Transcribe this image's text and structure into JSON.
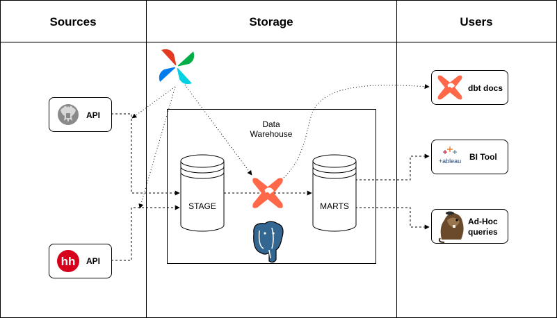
{
  "headers": {
    "sources": "Sources",
    "storage": "Storage",
    "users": "Users"
  },
  "sources": [
    {
      "label": "API",
      "icon": "russian-coat-of-arms-icon"
    },
    {
      "label": "API",
      "icon": "hh-logo-icon",
      "logo_text": "hh",
      "color": "#d6001c"
    }
  ],
  "warehouse": {
    "title_line1": "Data",
    "title_line2": "Warehouse",
    "stage_label": "STAGE",
    "marts_label": "MARTS"
  },
  "users": [
    {
      "label": "dbt docs",
      "icon": "dbt-icon"
    },
    {
      "label": "BI Tool",
      "icon": "tableau-icon",
      "logo_text": "+ableau"
    },
    {
      "label_line1": "Ad-Hoc",
      "label_line2": "queries",
      "icon": "dbeaver-icon"
    }
  ],
  "tools": {
    "orchestrator_icon": "airflow-icon",
    "transform_icon": "dbt-icon",
    "database_icon": "postgresql-icon"
  },
  "colors": {
    "dbt": "#ff694a",
    "airflow_red": "#e43921",
    "airflow_blue": "#017cee",
    "airflow_teal": "#00ad46",
    "airflow_cyan": "#04d1e3",
    "postgres": "#336791",
    "hh": "#d6001c"
  }
}
